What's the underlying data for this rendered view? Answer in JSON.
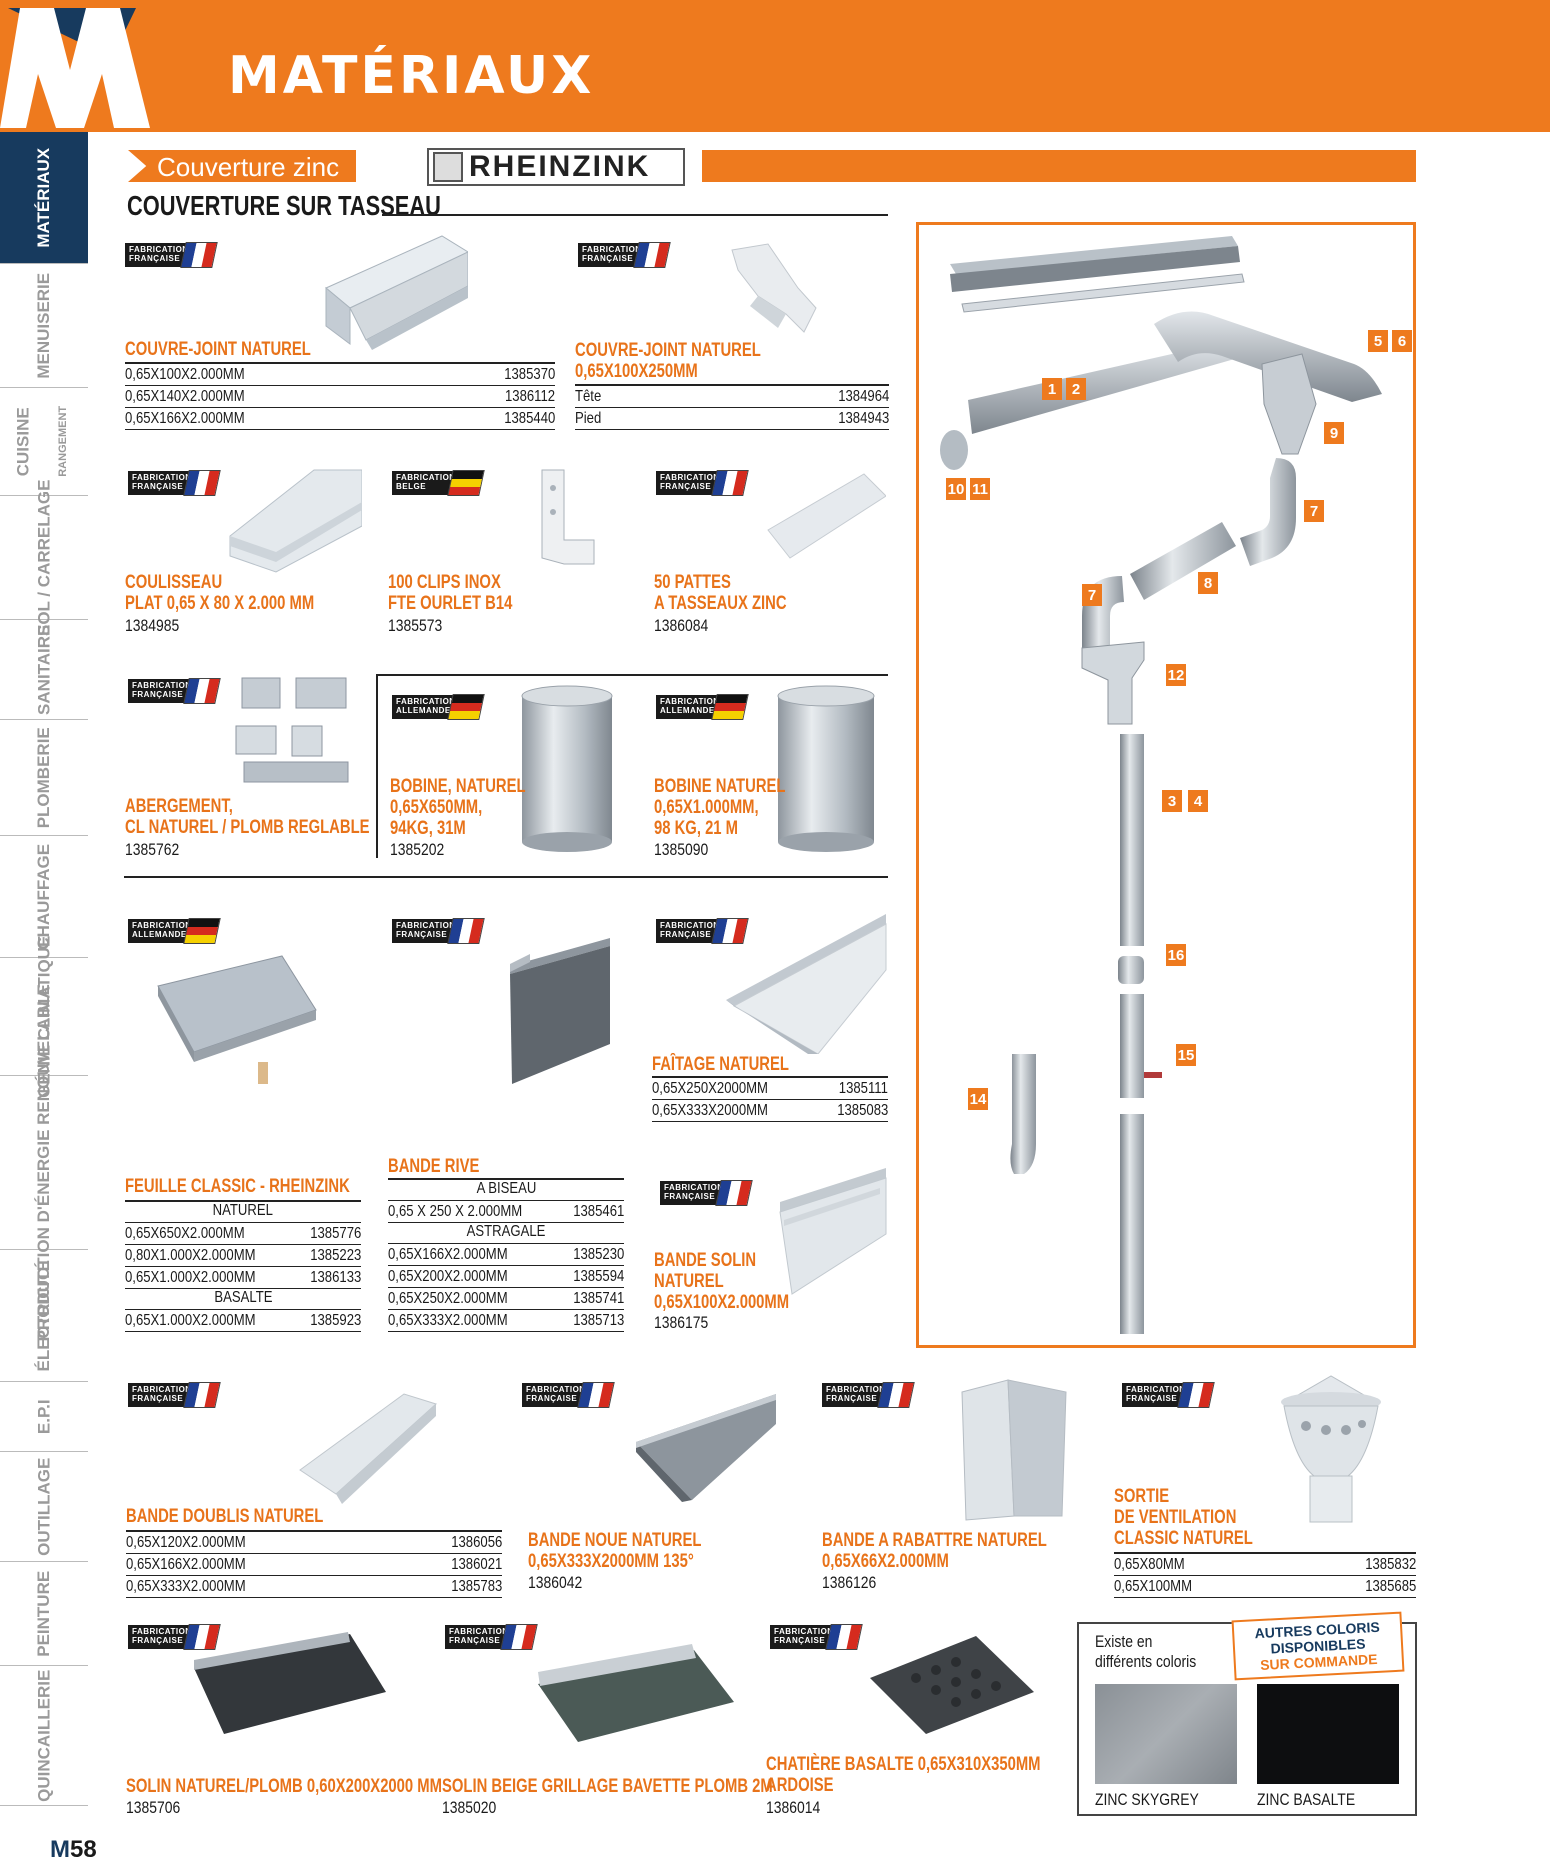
{
  "header": {
    "title": "MATÉRIAUX"
  },
  "sidebar": [
    {
      "label": "MATÉRIAUX",
      "active": true
    },
    {
      "label": "MENUISERIE"
    },
    {
      "label": "CUISINE",
      "sub": "RANGEMENT"
    },
    {
      "label": "SOL / CARRELAGE"
    },
    {
      "label": "SANITAIRE"
    },
    {
      "label": "PLOMBERIE"
    },
    {
      "label": "CHAUFFAGE"
    },
    {
      "label": "GÉNIE CLIMATIQUE"
    },
    {
      "label": "PRODUCTION D'ÉNERGIE RENOUVELABLE"
    },
    {
      "label": "ÉLECTRICITÉ"
    },
    {
      "label": "E.P.I"
    },
    {
      "label": "OUTILLAGE"
    },
    {
      "label": "PEINTURE"
    },
    {
      "label": "QUINCAILLERIE"
    }
  ],
  "section": {
    "banner": "Couverture zinc",
    "brand": "RHEINZINK",
    "subtitle": "COUVERTURE SUR TASSEAU"
  },
  "badges": {
    "fr": "FABRICATION FRANÇAISE",
    "be": "FABRICATION BELGE",
    "de": "FABRICATION ALLEMANDE"
  },
  "products": {
    "p1": {
      "title": "COUVRE-JOINT NATUREL",
      "rows": [
        [
          "0,65X100X2.000MM",
          "1385370"
        ],
        [
          "0,65X140X2.000MM",
          "1386112"
        ],
        [
          "0,65X166X2.000MM",
          "1385440"
        ]
      ]
    },
    "p2": {
      "title1": "COUVRE-JOINT NATUREL",
      "title2": "0,65X100X250MM",
      "rows": [
        [
          "Tête",
          "1384964"
        ],
        [
          "Pied",
          "1384943"
        ]
      ]
    },
    "p3": {
      "title1": "COULISSEAU",
      "title2": "PLAT 0,65 X 80 X 2.000 MM",
      "code": "1384985"
    },
    "p4": {
      "title1": "100 CLIPS INOX",
      "title2": "FTE OURLET B14",
      "code": "1385573"
    },
    "p5": {
      "title1": "50 PATTES",
      "title2": "A TASSEAUX ZINC",
      "code": "1386084"
    },
    "p6": {
      "title1": "ABERGEMENT,",
      "title2": "CL NATUREL / PLOMB REGLABLE",
      "code": "1385762"
    },
    "p7": {
      "title1": "BOBINE, NATUREL",
      "title2": "0,65X650MM,",
      "title3": "94KG, 31M",
      "code": "1385202"
    },
    "p8": {
      "title1": "BOBINE NATUREL",
      "title2": "0,65X1.000MM,",
      "title3": "98 KG, 21 M",
      "code": "1385090"
    },
    "p9": {
      "title": "FAÎTAGE NATUREL",
      "rows": [
        [
          "0,65X250X2000MM",
          "1385111"
        ],
        [
          "0,65X333X2000MM",
          "1385083"
        ]
      ]
    },
    "p10": {
      "title": "FEUILLE CLASSIC - RHEINZINK",
      "h1": "NATUREL",
      "rows1": [
        [
          "0,65X650X2.000MM",
          "1385776"
        ],
        [
          "0,80X1.000X2.000MM",
          "1385223"
        ],
        [
          "0,65X1.000X2.000MM",
          "1386133"
        ]
      ],
      "h2": "BASALTE",
      "rows2": [
        [
          "0,65X1.000X2.000MM",
          "1385923"
        ]
      ]
    },
    "p11": {
      "title": "BANDE RIVE",
      "h1": "A BISEAU",
      "rows1": [
        [
          "0,65 X 250 X 2.000MM",
          "1385461"
        ]
      ],
      "h2": "ASTRAGALE",
      "rows2": [
        [
          "0,65X166X2.000MM",
          "1385230"
        ],
        [
          "0,65X200X2.000MM",
          "1385594"
        ],
        [
          "0,65X250X2.000MM",
          "1385741"
        ],
        [
          "0,65X333X2.000MM",
          "1385713"
        ]
      ]
    },
    "p12": {
      "title1": "BANDE SOLIN",
      "title2": "NATUREL",
      "title3": "0,65X100X2.000MM",
      "code": "1386175"
    },
    "p13": {
      "title": "BANDE DOUBLIS NATUREL",
      "rows": [
        [
          "0,65X120X2.000MM",
          "1386056"
        ],
        [
          "0,65X166X2.000MM",
          "1386021"
        ],
        [
          "0,65X333X2.000MM",
          "1385783"
        ]
      ]
    },
    "p14": {
      "title1": "BANDE NOUE NATUREL",
      "title2": "0,65X333X2000MM 135°",
      "code": "1386042"
    },
    "p15": {
      "title1": "BANDE A RABATTRE NATUREL",
      "title2": "0,65X66X2.000MM",
      "code": "1386126"
    },
    "p16": {
      "title1": "SORTIE",
      "title2": "DE VENTILATION",
      "title3": "CLASSIC NATUREL",
      "rows": [
        [
          "0,65X80MM",
          "1385832"
        ],
        [
          "0,65X100MM",
          "1385685"
        ]
      ]
    },
    "p17": {
      "title": "SOLIN NATUREL/PLOMB 0,60X200X2000 MM",
      "code": "1385706"
    },
    "p18": {
      "title": "SOLIN BEIGE GRILLAGE BAVETTE PLOMB 2M",
      "code": "1385020"
    },
    "p19": {
      "title1": "CHATIÈRE BASALTE 0,65X310X350MM",
      "title2": "ARDOISE",
      "code": "1386014"
    }
  },
  "diagram": {
    "numbers": [
      "5",
      "6",
      "1",
      "2",
      "9",
      "10",
      "11",
      "7",
      "7",
      "8",
      "12",
      "3",
      "4",
      "16",
      "15",
      "14"
    ]
  },
  "colors": {
    "text1": "Existe en",
    "text2": "différents coloris",
    "tag1": "AUTRES COLORIS",
    "tag2": "DISPONIBLES",
    "tag3": "SUR COMMANDE",
    "swatch1": "ZINC SKYGREY",
    "swatch2": "ZINC BASALTE"
  },
  "page": {
    "number": "58"
  },
  "palette": {
    "accent": "#ee7a1e",
    "navy": "#173a5e"
  }
}
